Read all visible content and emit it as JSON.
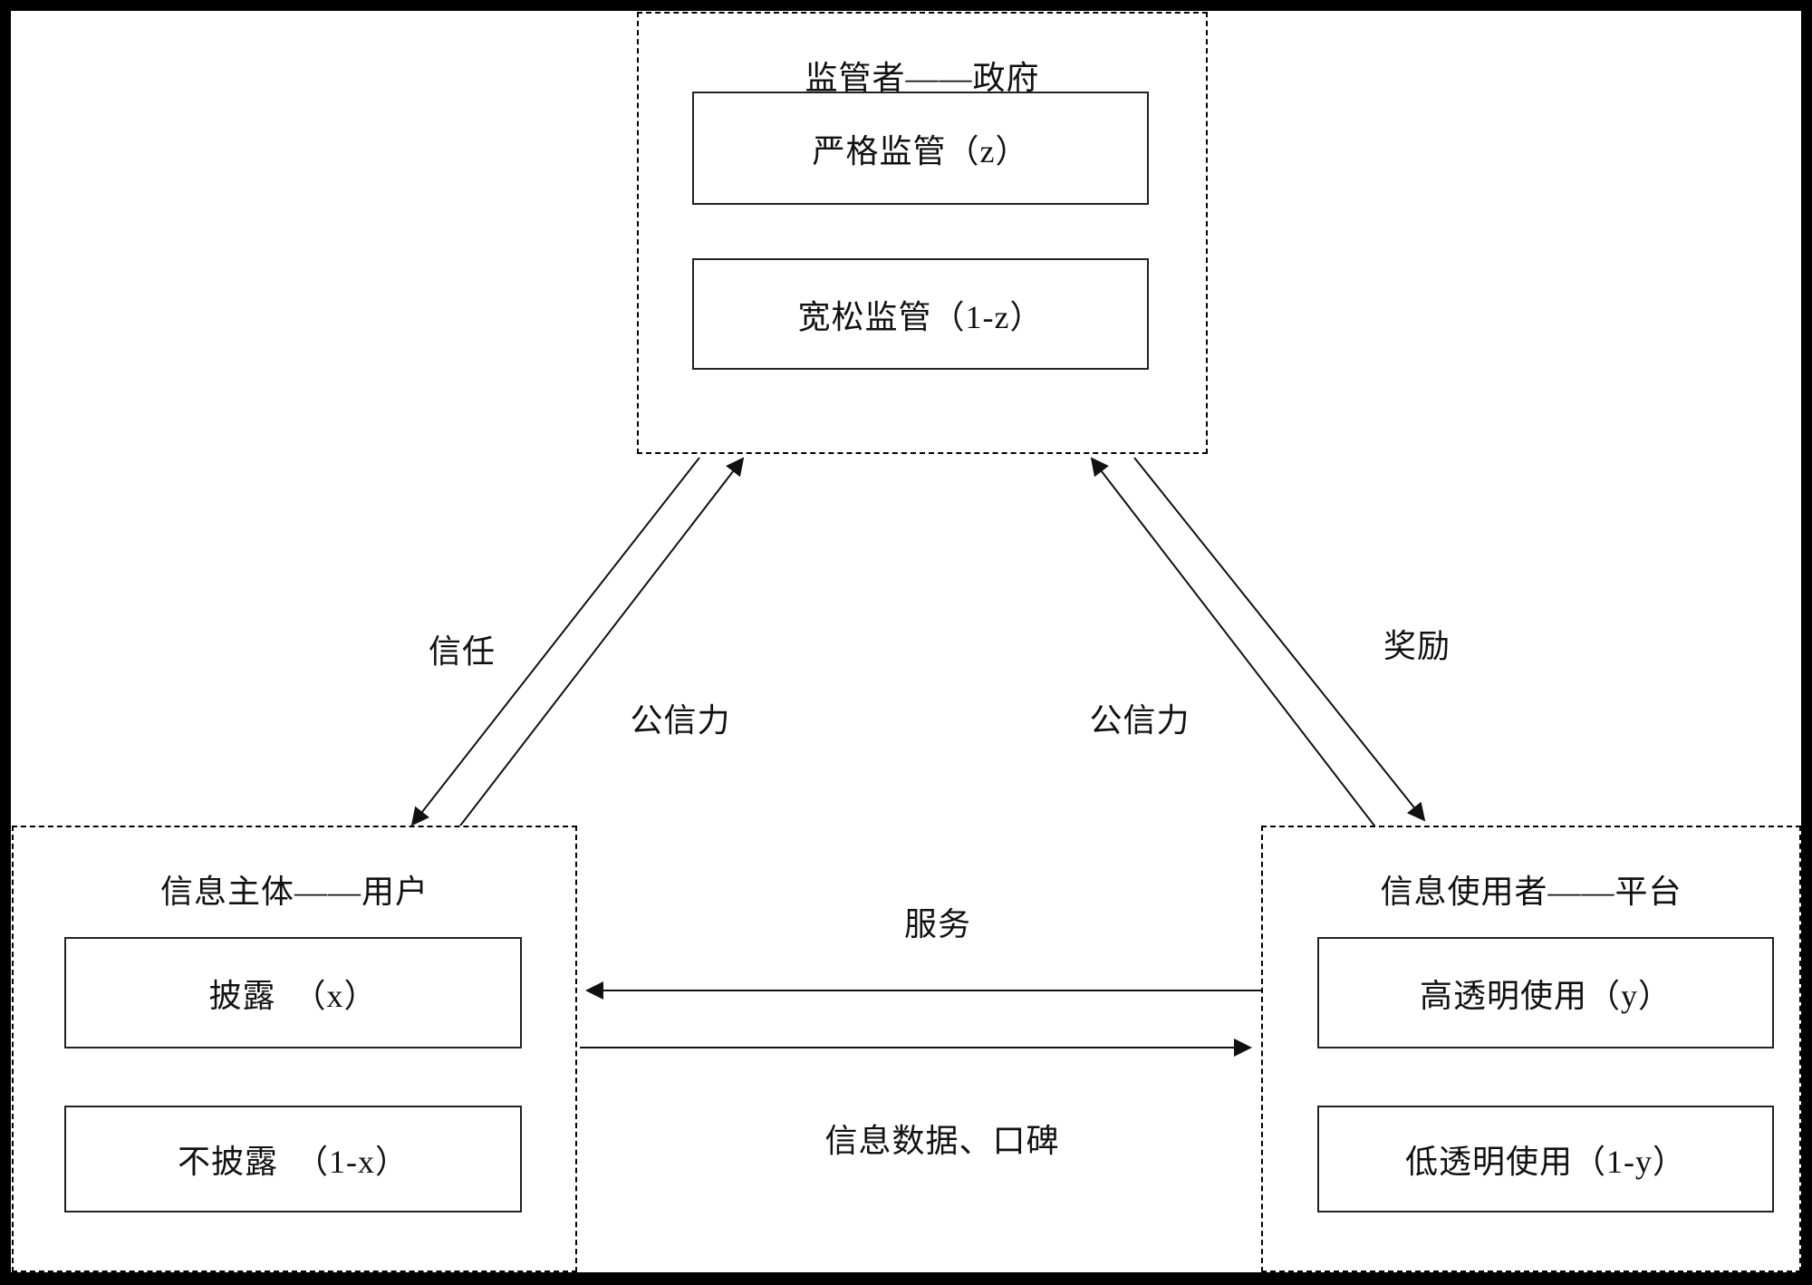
{
  "diagram": {
    "regulator": {
      "title": "监管者——政府",
      "strategy1": "严格监管（z）",
      "strategy2": "宽松监管（1-z）"
    },
    "subject": {
      "title": "信息主体——用户",
      "strategy1": "披露　（x）",
      "strategy2": "不披露　（1-x）"
    },
    "platform": {
      "title": "信息使用者——平台",
      "strategy1": "高透明使用（y）",
      "strategy2": "低透明使用（1-y）"
    },
    "edges": {
      "trust": "信任",
      "credibility_left": "公信力",
      "reward": "奖励",
      "credibility_right": "公信力",
      "service": "服务",
      "info_data": "信息数据、口碑"
    }
  }
}
